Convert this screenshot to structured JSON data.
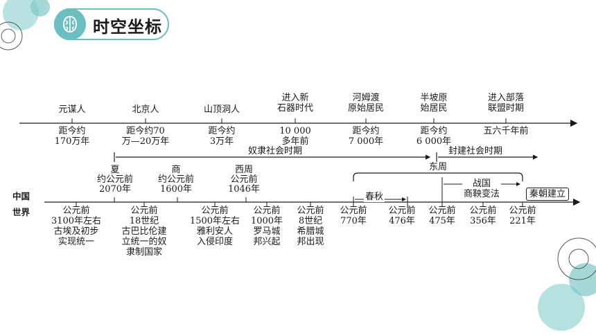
{
  "title": "时空坐标",
  "top_events": [
    {
      "label": "元谋人",
      "time": "距今约\n170万年"
    },
    {
      "label": "北京人",
      "time": "距今约70\n万—20万年"
    },
    {
      "label": "山顶洞人",
      "time": "距今约\n3万年"
    },
    {
      "label": "进入新\n石器时代",
      "time": "10 000\n多年前"
    },
    {
      "label": "河姆渡\n原始居民",
      "time": "距今约\n7 000年"
    },
    {
      "label": "半坡原\n始居民",
      "time": "距今约\n6 000年"
    },
    {
      "label": "进入部落\n联盟时期",
      "time": "五六千年前"
    }
  ],
  "periods": {
    "slave": "奴隶社会时期",
    "feudal": "封建社会时期",
    "eastern_zhou": "东周",
    "spring_autumn": "春秋",
    "warring_states": "战国\n商鞅变法",
    "qin": "秦朝建立"
  },
  "china_label": "中国",
  "world_label": "世界",
  "china_events": [
    {
      "label": "夏\n约公元前\n2070年"
    },
    {
      "label": "商\n约公元前\n1600年"
    },
    {
      "label": "西周\n公元前\n1046年"
    }
  ],
  "world_events": [
    {
      "label": "公元前\n3100年左右\n古埃及初步\n实现统一"
    },
    {
      "label": "公元前\n18世纪\n古巴比伦建\n立统一的奴\n隶制国家"
    },
    {
      "label": "公元前\n1500年左右\n雅利安人\n入侵印度"
    },
    {
      "label": "公元前\n1000年\n罗马城\n邦兴起"
    },
    {
      "label": "公元前\n8世纪\n希腊城\n邦出现"
    },
    {
      "label": "公元前\n770年"
    },
    {
      "label": "公元前\n476年"
    },
    {
      "label": "公元前\n475年"
    },
    {
      "label": "公元前\n356年"
    },
    {
      "label": "公元前\n221年"
    }
  ],
  "colors": {
    "accent": "#6cbfc0",
    "line": "#1a1a1a"
  }
}
